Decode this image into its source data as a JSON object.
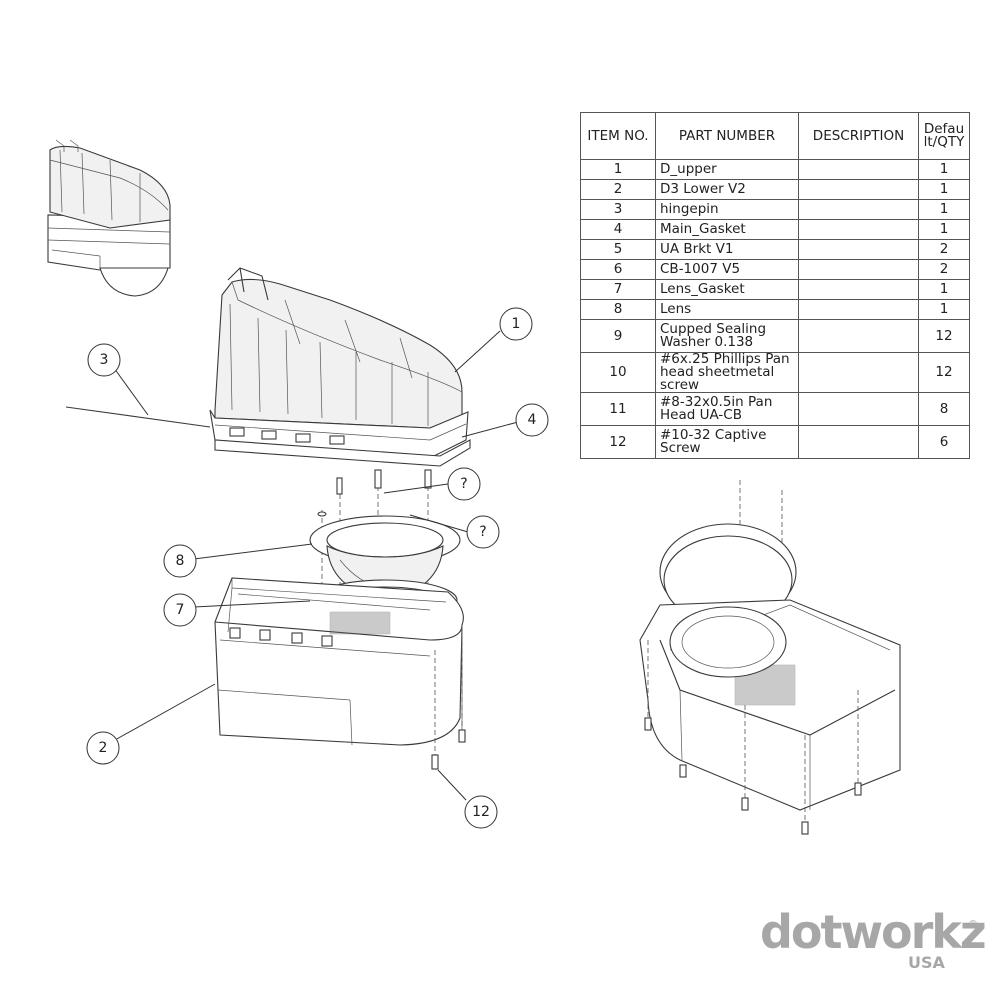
{
  "bom": {
    "headers": {
      "item_no": "ITEM NO.",
      "part_number": "PART NUMBER",
      "description": "DESCRIPTION",
      "qty_line1": "Defau",
      "qty_line2": "lt/QTY"
    },
    "rows": [
      {
        "item": "1",
        "part_lines": [
          "D_upper"
        ],
        "description": "",
        "qty": "1"
      },
      {
        "item": "2",
        "part_lines": [
          "D3 Lower V2"
        ],
        "description": "",
        "qty": "1"
      },
      {
        "item": "3",
        "part_lines": [
          "hingepin"
        ],
        "description": "",
        "qty": "1"
      },
      {
        "item": "4",
        "part_lines": [
          "Main_Gasket"
        ],
        "description": "",
        "qty": "1"
      },
      {
        "item": "5",
        "part_lines": [
          "UA Brkt V1"
        ],
        "description": "",
        "qty": "2"
      },
      {
        "item": "6",
        "part_lines": [
          "CB-1007 V5"
        ],
        "description": "",
        "qty": "2"
      },
      {
        "item": "7",
        "part_lines": [
          "Lens_Gasket"
        ],
        "description": "",
        "qty": "1"
      },
      {
        "item": "8",
        "part_lines": [
          "Lens"
        ],
        "description": "",
        "qty": "1"
      },
      {
        "item": "9",
        "part_lines": [
          "Cupped Sealing",
          "Washer 0.138"
        ],
        "description": "",
        "qty": "12"
      },
      {
        "item": "10",
        "part_lines": [
          "#6x.25 Phillips Pan",
          "head sheetmetal",
          "screw"
        ],
        "description": "",
        "qty": "12"
      },
      {
        "item": "11",
        "part_lines": [
          "#8-32x0.5in Pan",
          "Head UA-CB"
        ],
        "description": "",
        "qty": "8"
      },
      {
        "item": "12",
        "part_lines": [
          "#10-32 Captive",
          "Screw"
        ],
        "description": "",
        "qty": "6"
      }
    ]
  },
  "balloons": {
    "b1": "1",
    "b2": "2",
    "b3": "3",
    "b4": "4",
    "b7": "7",
    "b8": "8",
    "b12": "12",
    "bq1": "?",
    "bq2": "?"
  },
  "logo": {
    "word": "dotworkz",
    "sub": "USA",
    "tm": "®"
  }
}
